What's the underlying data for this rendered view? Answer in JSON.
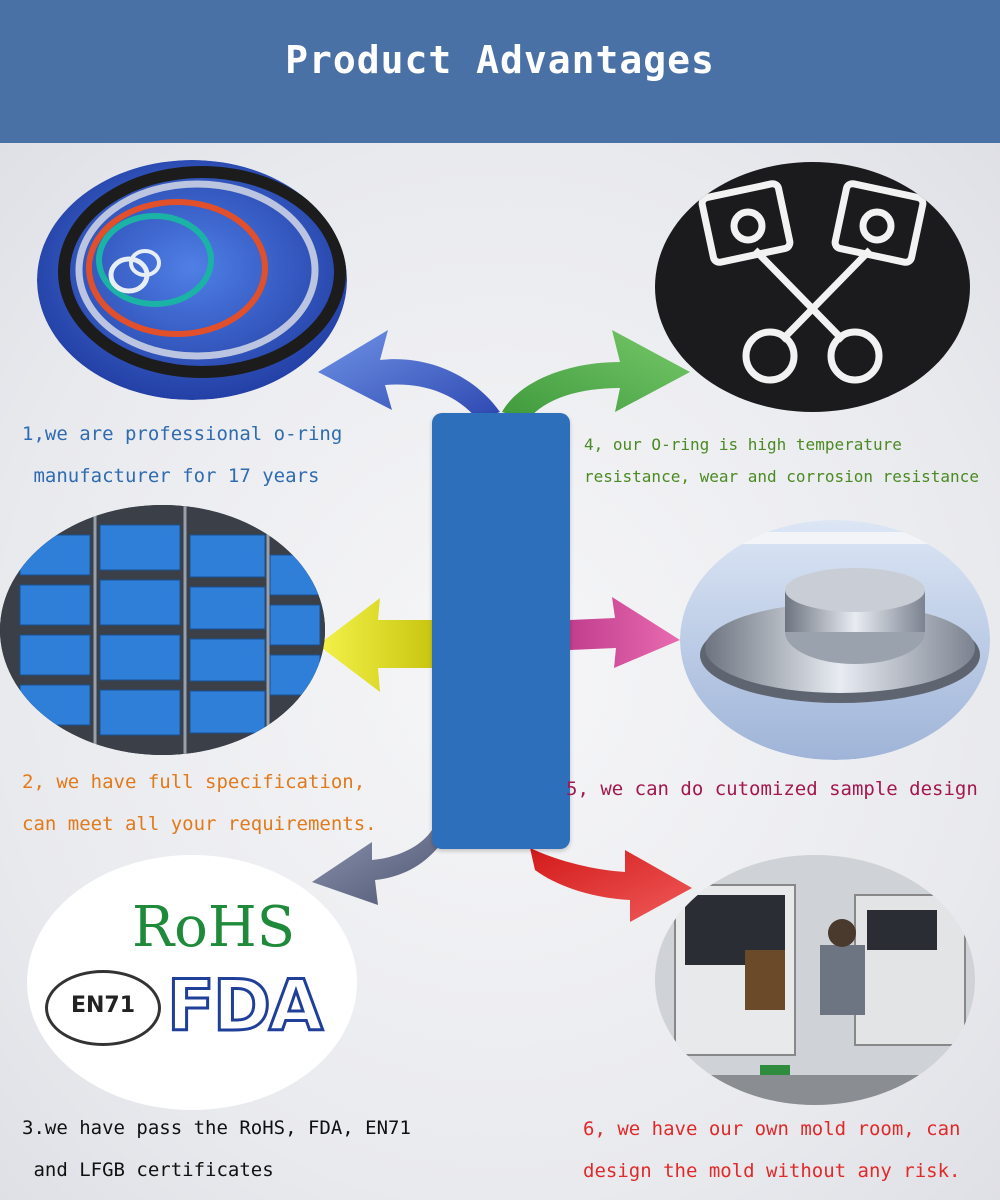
{
  "header": {
    "title": "Product Advantages",
    "background": "#4a71a6"
  },
  "items": [
    {
      "lines": [
        "1,we are professional o-ring",
        " manufacturer for 17 years"
      ],
      "color": "#2f6bb0",
      "image": "o-rings-photo"
    },
    {
      "lines": [
        "2, we have full specification,",
        "can meet all your requirements."
      ],
      "color": "#e07a1a",
      "image": "warehouse-shelves-photo"
    },
    {
      "lines": [
        "3.we have pass the RoHS, FDA, EN71",
        " and LFGB certificates"
      ],
      "color": "#111111",
      "image": "certificates-logos"
    },
    {
      "lines": [
        "4, our O-ring is high temperature",
        "resistance, wear and corrosion resistance"
      ],
      "color": "#4a8a22",
      "image": "pistons-icon"
    },
    {
      "lines": [
        "5, we can do cutomized sample design"
      ],
      "color": "#a3174f",
      "image": "cad-design-render"
    },
    {
      "lines": [
        "6, we have our own mold room, can",
        "design the mold without any risk."
      ],
      "color": "#e02a2a",
      "image": "cnc-machine-photo"
    }
  ],
  "certificates": {
    "rohs": "RoHS",
    "en71": "EN71",
    "fda": "FDA"
  }
}
